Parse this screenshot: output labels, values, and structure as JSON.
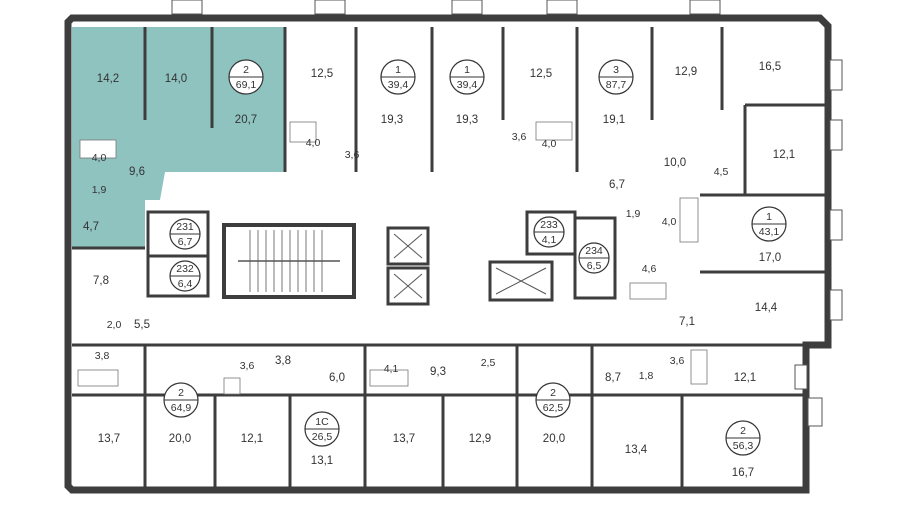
{
  "colors": {
    "wall": "#3d3d3d",
    "highlight": "#8fc3c0",
    "background": "#ffffff",
    "text": "#333333"
  },
  "apartments": [
    {
      "id": "apt-top-left",
      "rooms": "2",
      "area": "69,1",
      "highlighted": true
    },
    {
      "id": "apt-top-1",
      "rooms": "1",
      "area": "39,4"
    },
    {
      "id": "apt-top-2",
      "rooms": "1",
      "area": "39,4"
    },
    {
      "id": "apt-top-3",
      "rooms": "3",
      "area": "87,7"
    },
    {
      "id": "apt-right-1",
      "rooms": "1",
      "area": "43,1"
    },
    {
      "id": "apt-bottom-1",
      "rooms": "2",
      "area": "64,9"
    },
    {
      "id": "apt-bottom-2",
      "rooms": "1С",
      "area": "26,5"
    },
    {
      "id": "apt-bottom-3",
      "rooms": "2",
      "area": "62,5"
    },
    {
      "id": "apt-bottom-4",
      "rooms": "2",
      "area": "56,3"
    }
  ],
  "utility_units": [
    {
      "number": "231",
      "area": "6,7"
    },
    {
      "number": "232",
      "area": "6,4"
    },
    {
      "number": "233",
      "area": "4,1"
    },
    {
      "number": "234",
      "area": "6,5"
    }
  ],
  "room_areas": [
    "14,2",
    "14,0",
    "20,7",
    "4,0",
    "9,6",
    "1,9",
    "4,7",
    "12,5",
    "4,0",
    "3,6",
    "19,3",
    "19,3",
    "3,6",
    "4,0",
    "12,5",
    "19,1",
    "12,9",
    "16,5",
    "10,0",
    "4,5",
    "12,1",
    "6,7",
    "1,9",
    "4,0",
    "17,0",
    "4,6",
    "14,4",
    "7,1",
    "7,8",
    "2,0",
    "5,5",
    "3,8",
    "3,6",
    "3,8",
    "6,0",
    "4,1",
    "9,3",
    "2,5",
    "8,7",
    "1,8",
    "3,6",
    "12,1",
    "13,7",
    "20,0",
    "12,1",
    "13,1",
    "13,7",
    "12,9",
    "20,0",
    "13,4",
    "16,7"
  ]
}
